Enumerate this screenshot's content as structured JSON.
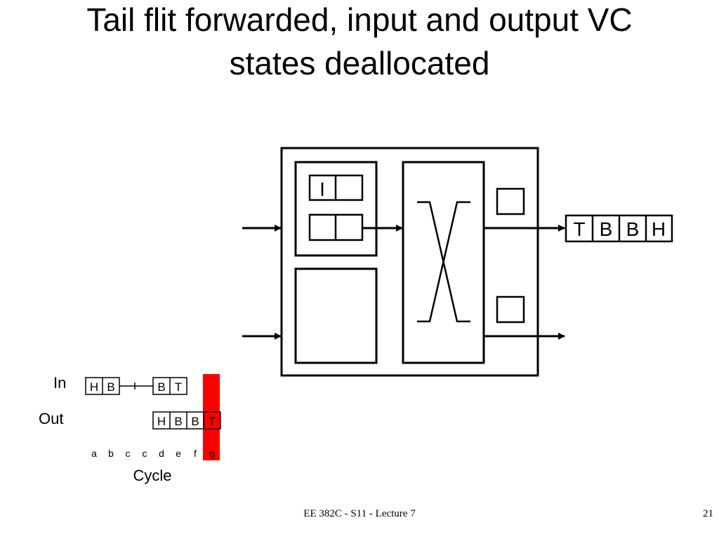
{
  "slide": {
    "title_line1": "Tail flit forwarded, input and output VC",
    "title_line2": "states deallocated",
    "footer": "EE 382C - S11 - Lecture 7",
    "page_number": "21"
  },
  "router": {
    "input_vc_state": "I",
    "output_flits": [
      "T",
      "B",
      "B",
      "H"
    ]
  },
  "timing": {
    "in_label": "In",
    "out_label": "Out",
    "in_flits_group1": [
      "H",
      "B"
    ],
    "in_flits_group2": [
      "B",
      "T"
    ],
    "out_flits": [
      "H",
      "B",
      "B",
      "T"
    ],
    "cycles": [
      "a",
      "b",
      "c",
      "c",
      "d",
      "e",
      "f",
      "g"
    ],
    "cycle_label": "Cycle",
    "highlight_cycle": "g",
    "highlight_color": "#ff0000"
  }
}
